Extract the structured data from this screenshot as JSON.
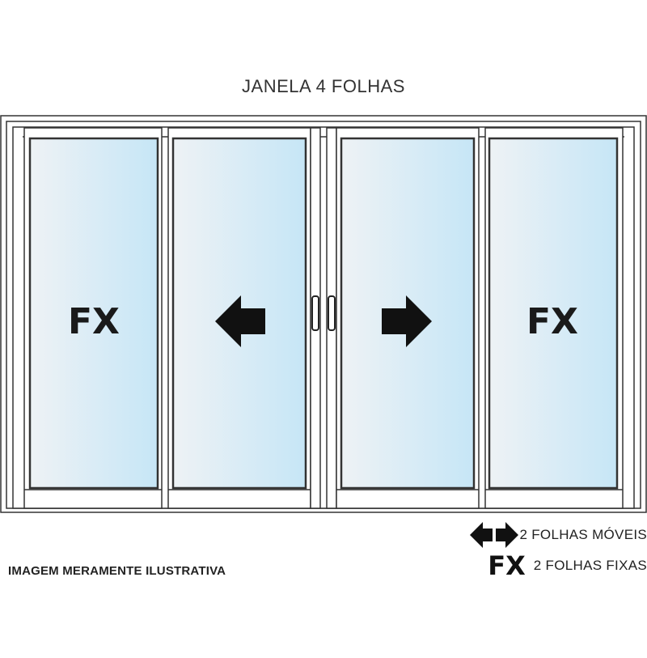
{
  "title": "JANELA 4 FOLHAS",
  "panels": [
    {
      "kind": "fixed",
      "label": "FX"
    },
    {
      "kind": "sliding",
      "direction": "left"
    },
    {
      "kind": "sliding",
      "direction": "right"
    },
    {
      "kind": "fixed",
      "label": "FX"
    }
  ],
  "legend": {
    "moveis": {
      "icon": "double-arrow-icon",
      "text": "2 FOLHAS MÓVEIS"
    },
    "fixas": {
      "symbol": "FX",
      "text": "2 FOLHAS FIXAS"
    }
  },
  "disclaimer": "IMAGEM MERAMENTE ILUSTRATIVA",
  "colors": {
    "glass_light": "#eef2f5",
    "glass_blue": "#c6e6f6",
    "frame_stroke": "#333333",
    "arrow_fill": "#111111"
  }
}
